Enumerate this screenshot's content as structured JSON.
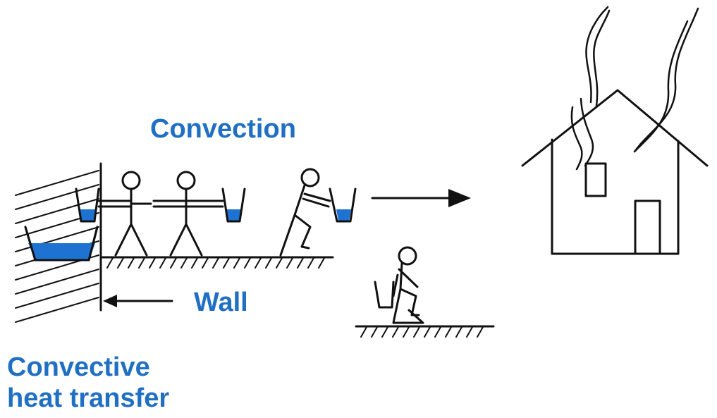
{
  "labels": {
    "convection": "Convection",
    "wall": "Wall",
    "convective_line1": "Convective",
    "convective_line2": "heat transfer"
  },
  "colors": {
    "accent_text": "#1f6fc2",
    "water": "#1e73d2",
    "ink": "#111111"
  }
}
